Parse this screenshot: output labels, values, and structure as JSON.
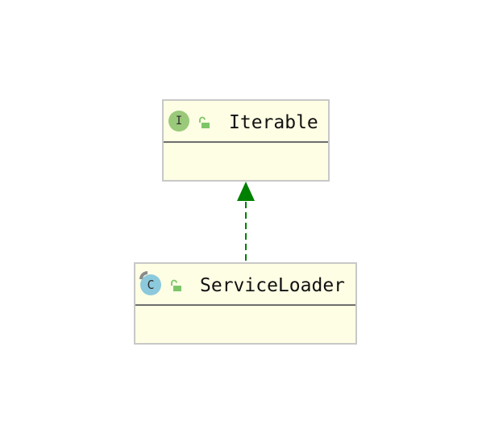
{
  "diagram": {
    "nodes": [
      {
        "id": "iterable",
        "name": "Iterable",
        "kind": "interface",
        "kind_letter": "I",
        "icon": "interface-icon",
        "access": "public",
        "access_icon": "unlocked-icon"
      },
      {
        "id": "serviceloader",
        "name": "ServiceLoader",
        "kind": "class",
        "kind_letter": "C",
        "icon": "class-icon",
        "access": "public",
        "access_icon": "unlocked-icon"
      }
    ],
    "edges": [
      {
        "from": "serviceloader",
        "to": "iterable",
        "type": "implements",
        "style": "dashed",
        "color": "#008000"
      }
    ]
  },
  "colors": {
    "box_fill": "#fefee4",
    "box_border": "#c8c8c8",
    "divider": "#6e6e6e",
    "interface_icon": "#9ac97a",
    "class_icon": "#8cc9dc",
    "lock": "#7ec56a",
    "arrow": "#008000"
  }
}
